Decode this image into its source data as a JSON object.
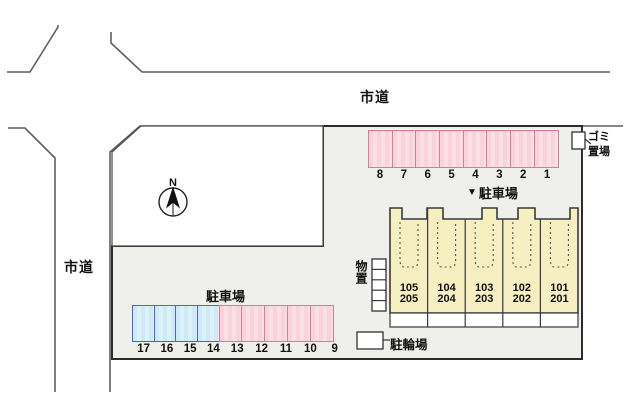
{
  "colors": {
    "site_fill": "#efefec",
    "building_fill": "#f6efc2",
    "pink_fill": "#f9d2db",
    "pink_border": "#dd7a90",
    "blue_fill": "#d0e9f6",
    "blue_border": "#4a64c8"
  },
  "roads": {
    "top_label": "市道",
    "left_label": "市道"
  },
  "compass": {
    "label": "N"
  },
  "garbage": {
    "line1": "ゴミ",
    "line2": "置場"
  },
  "storage": {
    "label": "物置"
  },
  "bicycle": {
    "label": "駐輪場"
  },
  "parking_top": {
    "marker": "▼",
    "label": "駐車場",
    "spaces": [
      {
        "num": "8"
      },
      {
        "num": "7"
      },
      {
        "num": "6"
      },
      {
        "num": "5"
      },
      {
        "num": "4"
      },
      {
        "num": "3"
      },
      {
        "num": "2"
      },
      {
        "num": "1"
      }
    ]
  },
  "parking_bottom": {
    "label": "駐車場",
    "spaces": [
      {
        "num": "17",
        "type": "blue"
      },
      {
        "num": "16",
        "type": "blue"
      },
      {
        "num": "15",
        "type": "blue"
      },
      {
        "num": "14",
        "type": "blue"
      },
      {
        "num": "13",
        "type": "pink"
      },
      {
        "num": "12",
        "type": "pink"
      },
      {
        "num": "11",
        "type": "pink"
      },
      {
        "num": "10",
        "type": "pink"
      },
      {
        "num": "9",
        "type": "pink"
      }
    ]
  },
  "building": {
    "units": [
      {
        "line1": "105",
        "line2": "205"
      },
      {
        "line1": "104",
        "line2": "204"
      },
      {
        "line1": "103",
        "line2": "203"
      },
      {
        "line1": "102",
        "line2": "202"
      },
      {
        "line1": "101",
        "line2": "201"
      }
    ]
  }
}
